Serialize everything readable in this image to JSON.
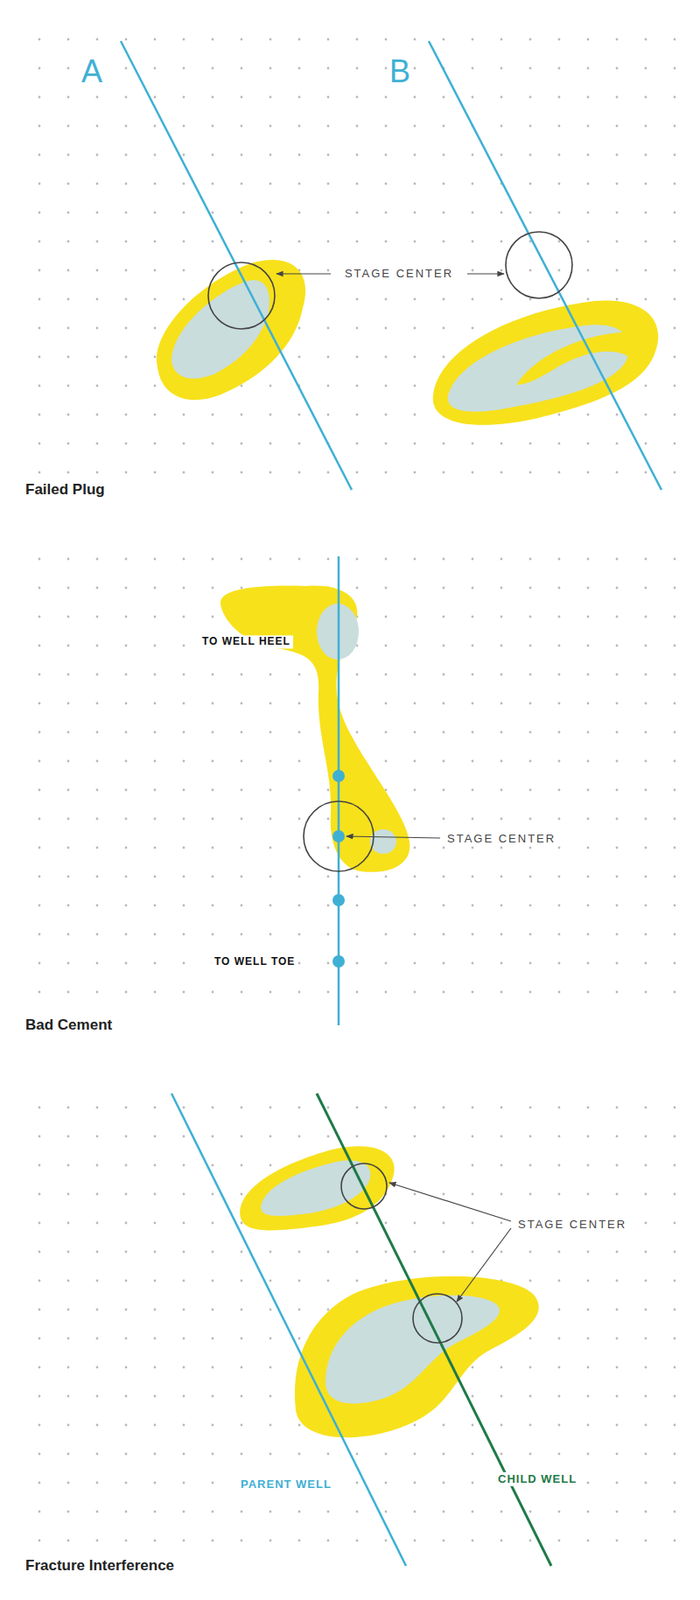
{
  "diagram": {
    "labels": [
      "A",
      "B",
      "STAGE CENTER",
      "Failed Plug",
      "TO WELL HEEL",
      "STAGE CENTER",
      "TO WELL TOE",
      "Bad Cement",
      "STAGE CENTER",
      "PARENT WELL",
      "CHILD WELL",
      "Fracture Interference"
    ]
  }
}
